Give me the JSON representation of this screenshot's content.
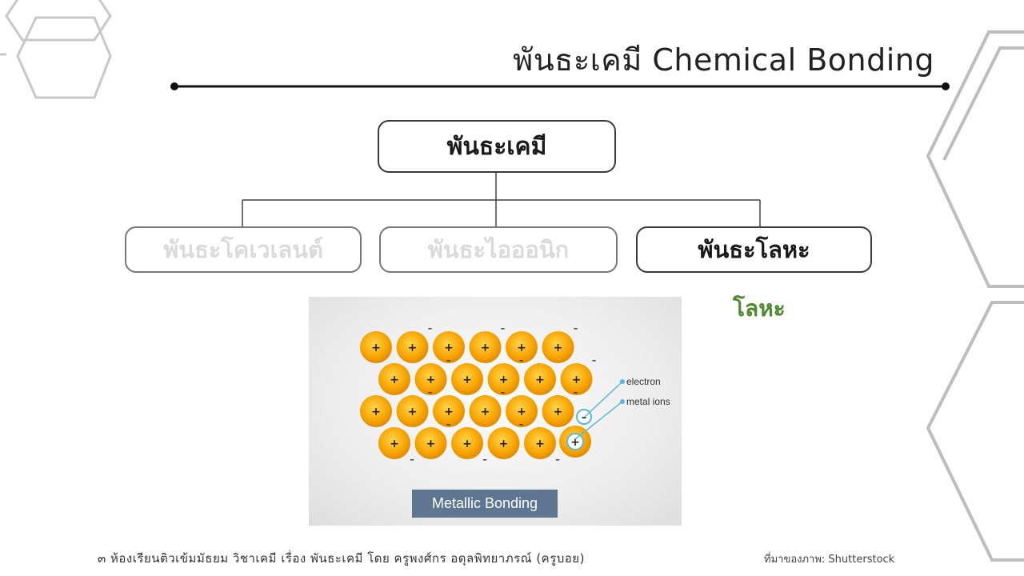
{
  "slide": {
    "title": "พันธะเคมี Chemical Bonding"
  },
  "diagram": {
    "root": "พันธะเคมี",
    "children": [
      {
        "label": "พันธะโคเวเลนต์",
        "state": "faded"
      },
      {
        "label": "พันธะไอออนิก",
        "state": "faded"
      },
      {
        "label": "พันธะโลหะ",
        "state": "active"
      }
    ],
    "side_label": "โลหะ"
  },
  "figure": {
    "ion_symbol": "+",
    "electron_symbol": "–",
    "legend": {
      "electron": "electron",
      "metal_ions": "metal ions"
    },
    "caption": "Metallic Bonding"
  },
  "footer": {
    "left": "๓  ห้องเรียนติวเข้มมัธยม  วิชาเคมี  เรื่อง  พันธะเคมี  โดย  ครูพงศ์กร  อดุลพิทยาภรณ์  (ครูบอย)",
    "source": "ที่มาของภาพ: Shutterstock"
  },
  "colors": {
    "accent_green": "#4d8a2e",
    "caption_bg": "#5e7691",
    "ion_fill": "#f7a300"
  }
}
